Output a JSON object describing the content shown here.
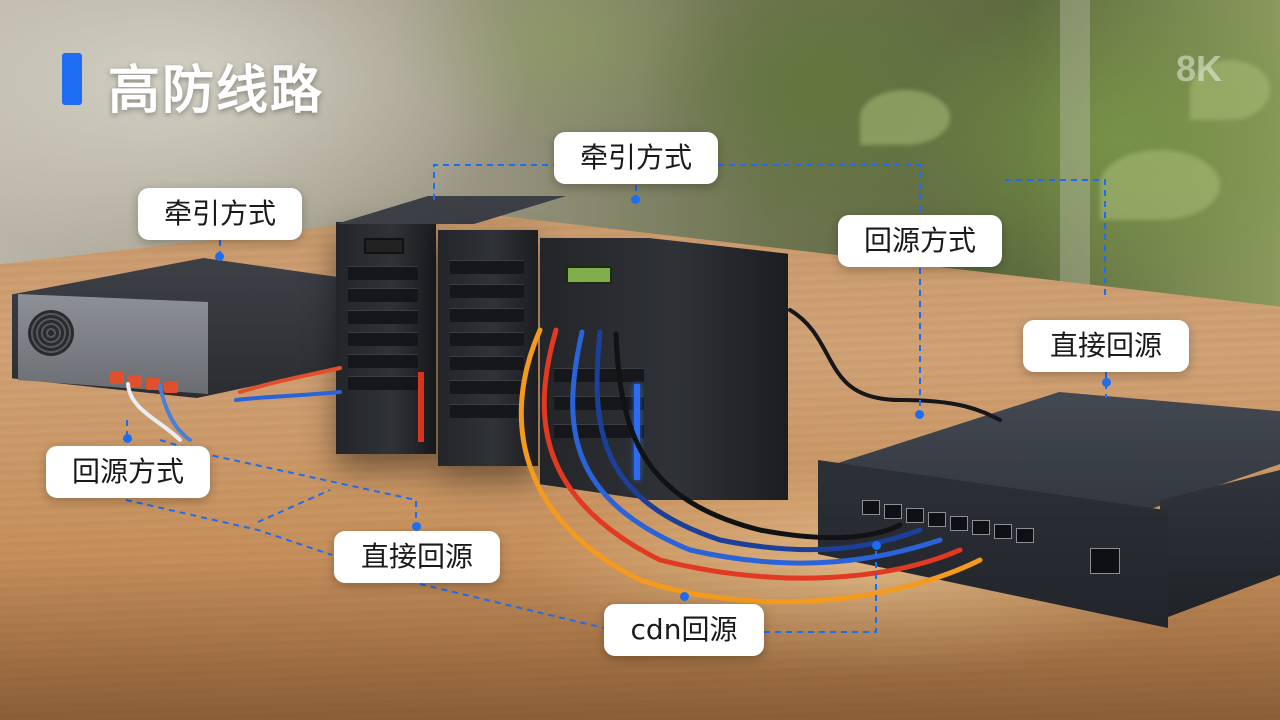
{
  "title": "高防线路",
  "watermark": "8K",
  "accent_color": "#1e6cf2",
  "labels": {
    "left_traction": "牵引方式",
    "center_traction": "牵引方式",
    "right_origin": "回源方式",
    "right_direct": "直接回源",
    "left_origin": "回源方式",
    "bottom_direct": "直接回源",
    "bottom_cdn": "cdn回源"
  }
}
